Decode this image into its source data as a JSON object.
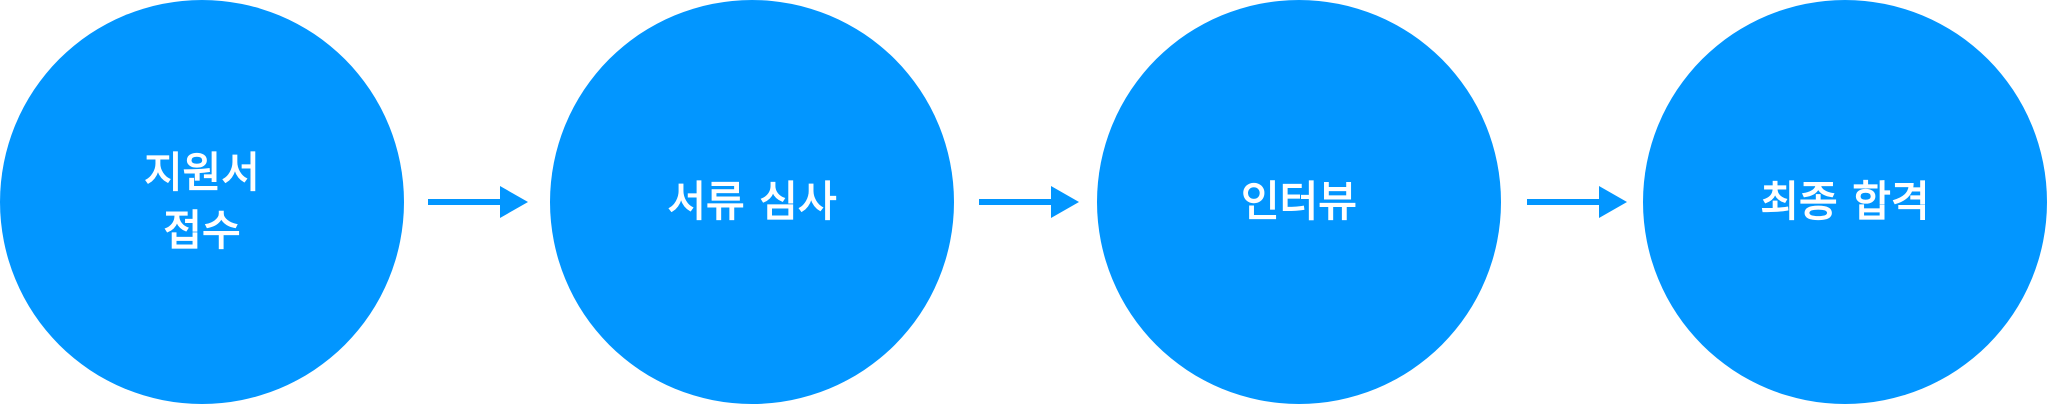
{
  "steps": [
    {
      "label": "지원서\n접수"
    },
    {
      "label": "서류 심사"
    },
    {
      "label": "인터뷰"
    },
    {
      "label": "최종 합격"
    }
  ],
  "colors": {
    "circle": "#0296ff",
    "label": "#ffffff",
    "arrow": "#0296ff",
    "background": "#ffffff"
  },
  "icons": {
    "connector": "arrow-right-icon"
  }
}
